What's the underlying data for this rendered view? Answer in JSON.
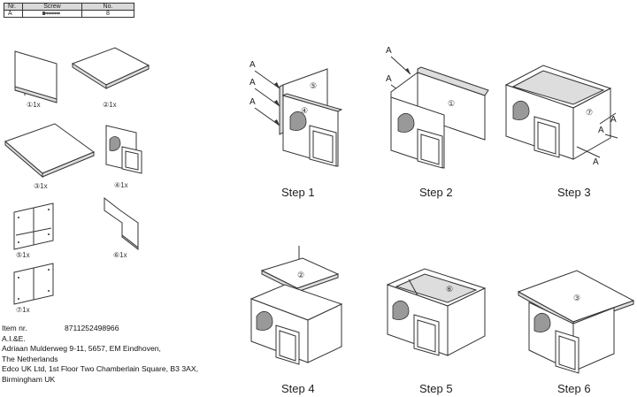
{
  "parts_table": {
    "headers": [
      "Nr.",
      "Screw",
      "No."
    ],
    "row": {
      "nr": "A",
      "screw": "screw-icon",
      "no": "8"
    }
  },
  "parts": [
    {
      "label": "①1x"
    },
    {
      "label": "②1x"
    },
    {
      "label": "③1x"
    },
    {
      "label": "④1x"
    },
    {
      "label": "⑤1x"
    },
    {
      "label": "⑥1x"
    },
    {
      "label": "⑦1x"
    }
  ],
  "steps": [
    {
      "label": "Step 1"
    },
    {
      "label": "Step 2"
    },
    {
      "label": "Step 3"
    },
    {
      "label": "Step 4"
    },
    {
      "label": "Step 5"
    },
    {
      "label": "Step 6"
    }
  ],
  "callouts": {
    "screw_letter": "A",
    "n1": "①",
    "n2": "②",
    "n3": "③",
    "n4": "④",
    "n5": "⑤",
    "n6": "⑥",
    "n7": "⑦"
  },
  "info": {
    "item_label": "Item nr.",
    "item_number": "8711252498966",
    "brand": "A.I.&E.",
    "address1": "Adriaan Mulderweg 9-11, 5657, EM Eindhoven,",
    "address2": "The Netherlands",
    "address3": "Edco UK Ltd, 1st Floor Two Chamberlain Square, B3 3AX,",
    "address4": "Birmingham UK"
  }
}
